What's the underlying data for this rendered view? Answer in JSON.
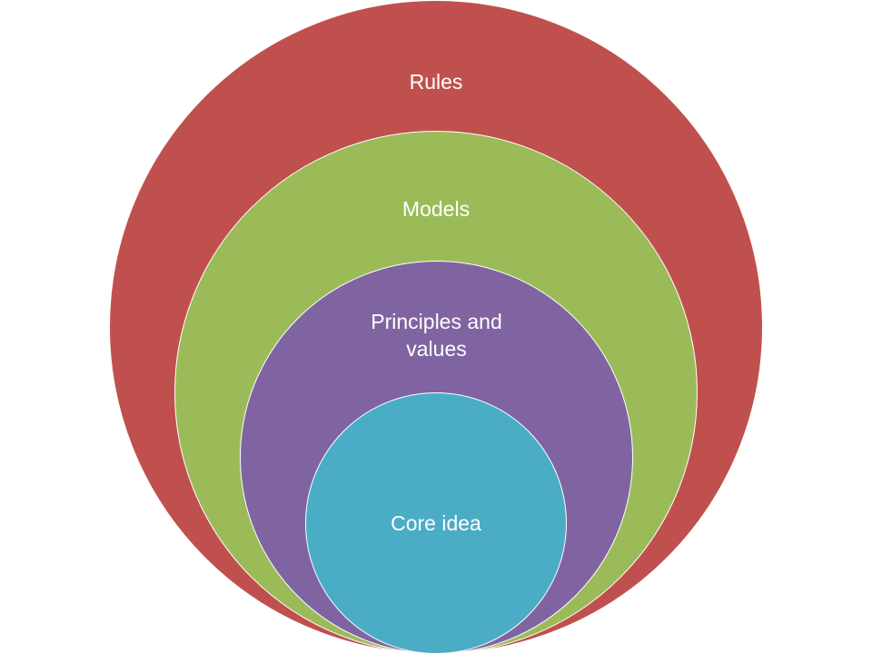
{
  "diagram": {
    "type": "nested-circles",
    "layers": [
      {
        "label": "Rules",
        "color": "#C0504D"
      },
      {
        "label": "Models",
        "color": "#9BBB59"
      },
      {
        "label": "Principles and\nvalues",
        "color": "#8064A2"
      },
      {
        "label": "Core idea",
        "color": "#4BACC6"
      }
    ]
  }
}
